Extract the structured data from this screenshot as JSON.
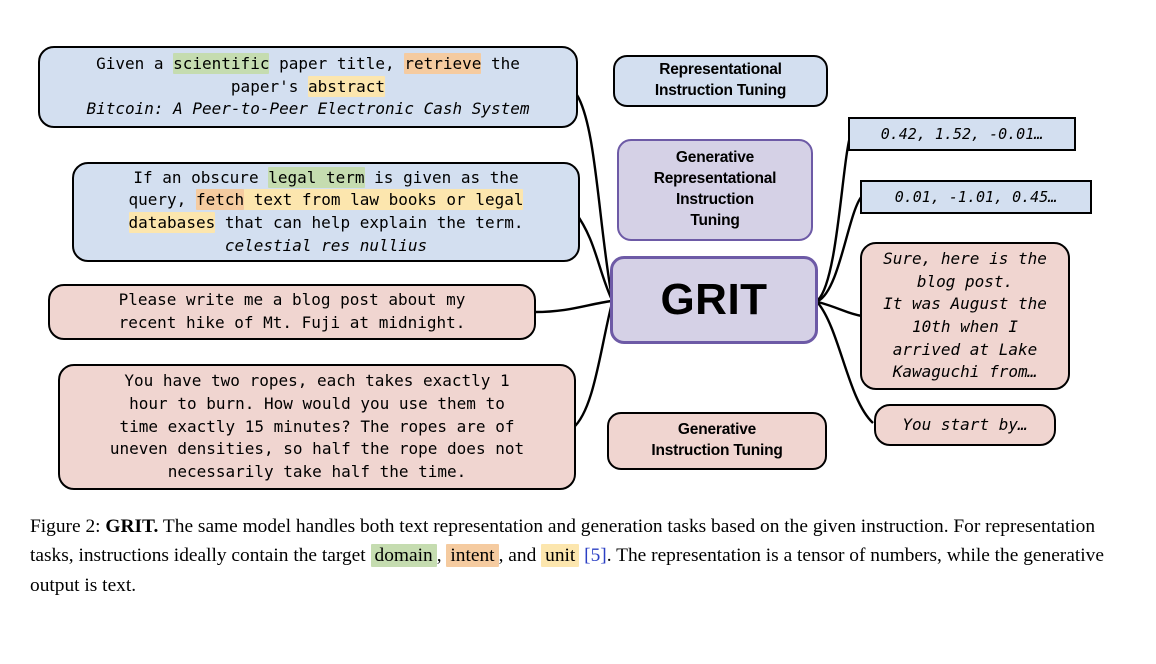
{
  "figure": {
    "inputs": [
      {
        "name": "retrieval-instruction-bubble",
        "type": "blue",
        "lines": [
          [
            {
              "t": "Given a ",
              "h": "none"
            },
            {
              "t": "scientific",
              "h": "green"
            },
            {
              "t": " paper title, ",
              "h": "none"
            },
            {
              "t": "retrieve",
              "h": "orange"
            },
            {
              "t": " the",
              "h": "none"
            }
          ],
          [
            {
              "t": "paper's ",
              "h": "none"
            },
            {
              "t": "abstract",
              "h": "yellow"
            }
          ],
          [
            {
              "t": "Bitcoin: A Peer-to-Peer Electronic Cash System",
              "h": "none",
              "italic": true
            }
          ]
        ]
      },
      {
        "name": "legal-term-instruction-bubble",
        "type": "blue",
        "lines": [
          [
            {
              "t": "If an obscure ",
              "h": "none"
            },
            {
              "t": "legal term",
              "h": "green"
            },
            {
              "t": " is given as the",
              "h": "none"
            }
          ],
          [
            {
              "t": "query, ",
              "h": "none"
            },
            {
              "t": "fetch",
              "h": "orange"
            },
            {
              "t": " ",
              "h": "yellow"
            },
            {
              "t": "text from law books or legal",
              "h": "yellow"
            }
          ],
          [
            {
              "t": "databases",
              "h": "yellow"
            },
            {
              "t": " that can help explain the term.",
              "h": "none"
            }
          ],
          [
            {
              "t": "celestial res nullius",
              "h": "none",
              "italic": true
            }
          ]
        ]
      },
      {
        "name": "blog-post-instruction-bubble",
        "type": "pink",
        "lines": [
          [
            {
              "t": "Please write me a blog post about my",
              "h": "none"
            }
          ],
          [
            {
              "t": "recent hike of Mt. Fuji at midnight.",
              "h": "none"
            }
          ]
        ]
      },
      {
        "name": "rope-puzzle-instruction-bubble",
        "type": "pink",
        "lines": [
          [
            {
              "t": "You have two ropes, each takes exactly 1",
              "h": "none"
            }
          ],
          [
            {
              "t": "hour to burn. How would you use them to",
              "h": "none"
            }
          ],
          [
            {
              "t": "time exactly 15 minutes? The ropes are of",
              "h": "none"
            }
          ],
          [
            {
              "t": "uneven densities, so half the rope does not",
              "h": "none"
            }
          ],
          [
            {
              "t": "necessarily take half the time.",
              "h": "none"
            }
          ]
        ]
      }
    ],
    "stages": {
      "representational": "Representational\nInstruction Tuning",
      "grit_full": "Generative\nRepresentational\nInstruction\nTuning",
      "model": "GRIT",
      "generative": "Generative\nInstruction Tuning"
    },
    "outputs": [
      {
        "name": "embedding-output-1",
        "type": "vector",
        "lines": [
          [
            "0.42, 1.52, -0.01…"
          ]
        ]
      },
      {
        "name": "embedding-output-2",
        "type": "vector",
        "lines": [
          [
            "0.01, -1.01, 0.45…"
          ]
        ]
      },
      {
        "name": "blog-post-output-bubble",
        "type": "pink",
        "lines": [
          [
            "Sure, here is the"
          ],
          [
            "blog post."
          ],
          [
            "It was August the"
          ],
          [
            "10th when I"
          ],
          [
            "arrived at Lake"
          ],
          [
            "Kawaguchi from…"
          ]
        ]
      },
      {
        "name": "rope-answer-output-bubble",
        "type": "pink",
        "lines": [
          [
            "You start by…"
          ]
        ]
      }
    ]
  },
  "caption": {
    "label": "Figure 2:",
    "title": "GRIT.",
    "part1": " The same model handles both text representation and generation tasks based on the given instruction. For representation tasks, instructions ideally contain the target ",
    "term_domain": "domain",
    "sep1": ", ",
    "term_intent": "intent",
    "sep2": ", and ",
    "term_unit": "unit",
    "cite": "[5]",
    "part2": ". The representation is a tensor of numbers, while the generative output is text."
  },
  "colors": {
    "blue": "#d3dff0",
    "pink": "#f0d5d0",
    "purple": "#d5d1e6",
    "purple_border": "#6d5aa6",
    "highlight_green": "#c5dcb0",
    "highlight_orange": "#f5cba0",
    "highlight_yellow": "#fce6ae",
    "cite_blue": "#2b3fc4"
  }
}
